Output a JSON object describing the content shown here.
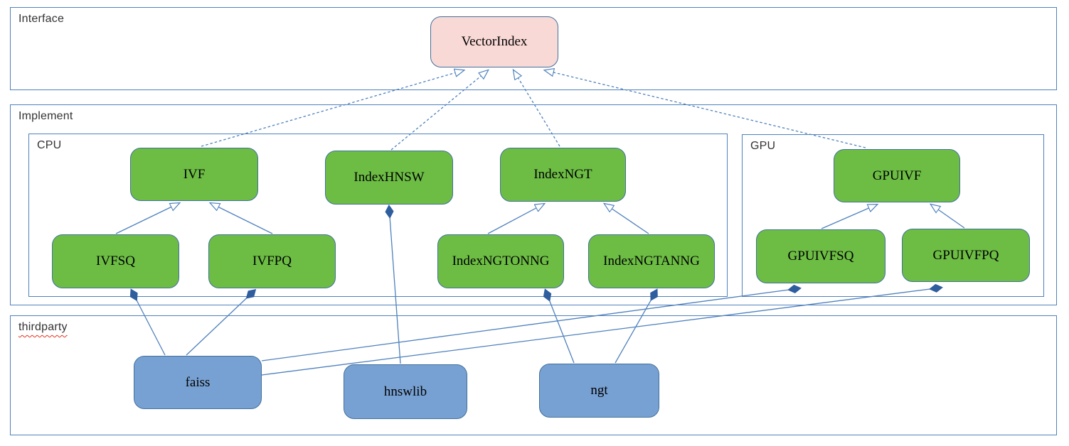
{
  "containers": {
    "interface": {
      "label": "Interface"
    },
    "implement": {
      "label": "Implement"
    },
    "cpu": {
      "label": "CPU"
    },
    "gpu": {
      "label": "GPU"
    },
    "thirdparty": {
      "label": "thirdparty",
      "spellcheck_underline": true
    }
  },
  "nodes": {
    "vectorindex": {
      "label": "VectorIndex",
      "container": "interface",
      "color": "pink"
    },
    "ivf": {
      "label": "IVF",
      "container": "cpu",
      "color": "green"
    },
    "indexhnsw": {
      "label": "IndexHNSW",
      "container": "cpu",
      "color": "green"
    },
    "indexngt": {
      "label": "IndexNGT",
      "container": "cpu",
      "color": "green"
    },
    "ivfsq": {
      "label": "IVFSQ",
      "container": "cpu",
      "color": "green"
    },
    "ivfpq": {
      "label": "IVFPQ",
      "container": "cpu",
      "color": "green"
    },
    "indexngtonng": {
      "label": "IndexNGTONNG",
      "container": "cpu",
      "color": "green"
    },
    "indexngtanng": {
      "label": "IndexNGTANNG",
      "container": "cpu",
      "color": "green"
    },
    "gpuivf": {
      "label": "GPUIVF",
      "container": "gpu",
      "color": "green"
    },
    "gpuivfsq": {
      "label": "GPUIVFSQ",
      "container": "gpu",
      "color": "green"
    },
    "gpuivfpq": {
      "label": "GPUIVFPQ",
      "container": "gpu",
      "color": "green"
    },
    "faiss": {
      "label": "faiss",
      "container": "thirdparty",
      "color": "blue"
    },
    "hnswlib": {
      "label": "hnswlib",
      "container": "thirdparty",
      "color": "blue"
    },
    "ngt": {
      "label": "ngt",
      "container": "thirdparty",
      "color": "blue"
    }
  },
  "edges": [
    {
      "from": "ivf",
      "to": "vectorindex",
      "type": "realization",
      "style": "dashed",
      "arrow": "hollow-triangle"
    },
    {
      "from": "indexhnsw",
      "to": "vectorindex",
      "type": "realization",
      "style": "dashed",
      "arrow": "hollow-triangle"
    },
    {
      "from": "indexngt",
      "to": "vectorindex",
      "type": "realization",
      "style": "dashed",
      "arrow": "hollow-triangle"
    },
    {
      "from": "gpuivf",
      "to": "vectorindex",
      "type": "realization",
      "style": "dashed",
      "arrow": "hollow-triangle"
    },
    {
      "from": "ivfsq",
      "to": "ivf",
      "type": "inheritance",
      "style": "solid",
      "arrow": "hollow-triangle"
    },
    {
      "from": "ivfpq",
      "to": "ivf",
      "type": "inheritance",
      "style": "solid",
      "arrow": "hollow-triangle"
    },
    {
      "from": "indexngtonng",
      "to": "indexngt",
      "type": "inheritance",
      "style": "solid",
      "arrow": "hollow-triangle"
    },
    {
      "from": "indexngtanng",
      "to": "indexngt",
      "type": "inheritance",
      "style": "solid",
      "arrow": "hollow-triangle"
    },
    {
      "from": "gpuivfsq",
      "to": "gpuivf",
      "type": "inheritance",
      "style": "solid",
      "arrow": "hollow-triangle"
    },
    {
      "from": "gpuivfpq",
      "to": "gpuivf",
      "type": "inheritance",
      "style": "solid",
      "arrow": "hollow-triangle"
    },
    {
      "from": "faiss",
      "to": "ivfsq",
      "type": "composition",
      "style": "solid",
      "arrow": "filled-diamond"
    },
    {
      "from": "faiss",
      "to": "ivfpq",
      "type": "composition",
      "style": "solid",
      "arrow": "filled-diamond"
    },
    {
      "from": "faiss",
      "to": "gpuivfsq",
      "type": "composition",
      "style": "solid",
      "arrow": "filled-diamond"
    },
    {
      "from": "faiss",
      "to": "gpuivfpq",
      "type": "composition",
      "style": "solid",
      "arrow": "filled-diamond"
    },
    {
      "from": "hnswlib",
      "to": "indexhnsw",
      "type": "composition",
      "style": "solid",
      "arrow": "filled-diamond"
    },
    {
      "from": "ngt",
      "to": "indexngtonng",
      "type": "composition",
      "style": "solid",
      "arrow": "filled-diamond"
    },
    {
      "from": "ngt",
      "to": "indexngtanng",
      "type": "composition",
      "style": "solid",
      "arrow": "filled-diamond"
    }
  ],
  "colors": {
    "line": "#4f81bd",
    "container_border": "#4f81bd",
    "node_border": "#41719c",
    "node_green": "#6dbd45",
    "node_blue": "#78a1d3",
    "node_pink": "#f9d9d6",
    "diamond": "#2f5e9e",
    "label_text": "#333333",
    "spell_red": "#e0321e"
  }
}
